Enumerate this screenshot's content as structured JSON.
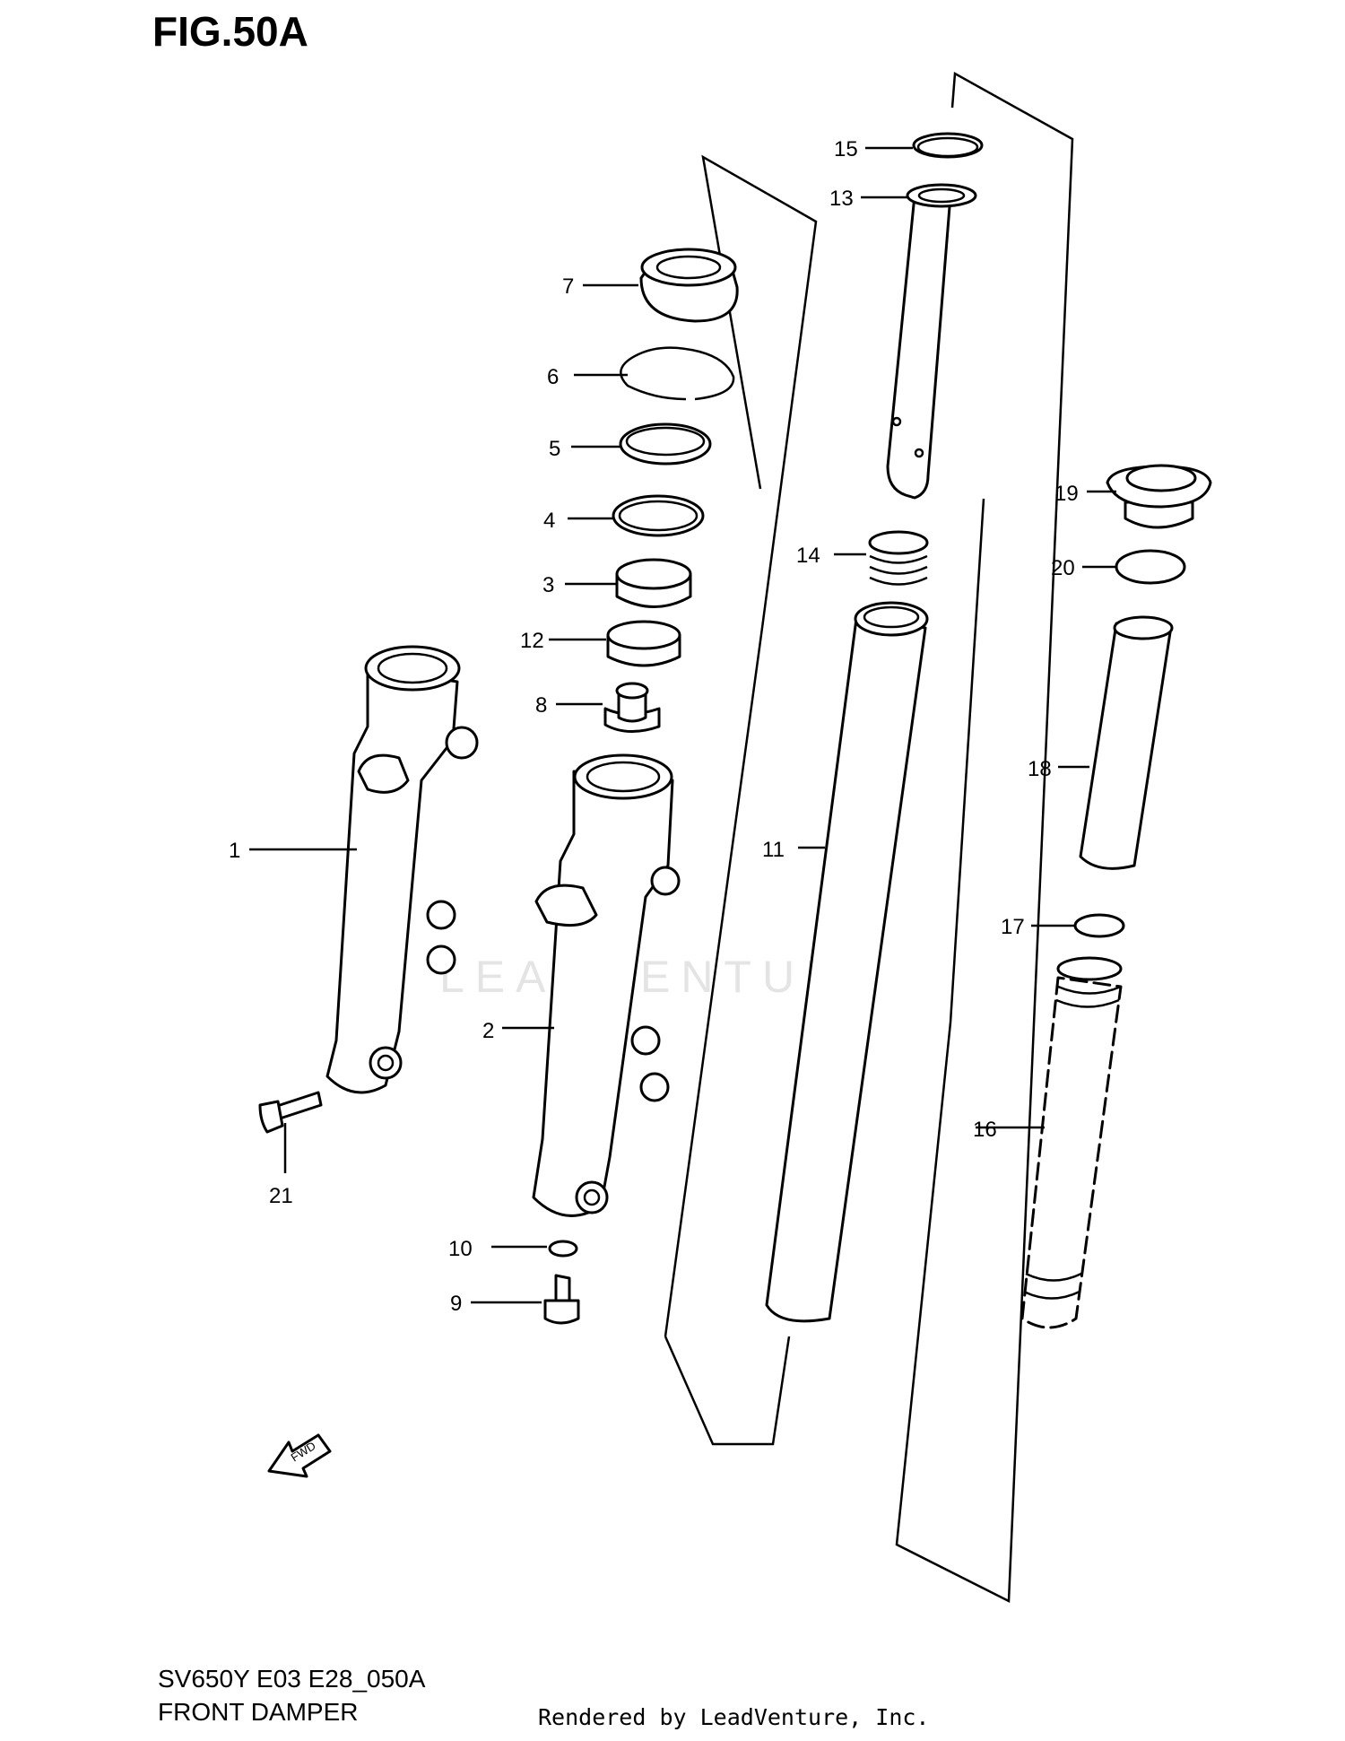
{
  "figure": {
    "title": "FIG.50A"
  },
  "watermark": "LEADVENTURE",
  "fwd_label": "FWD",
  "callouts": {
    "c1": "1",
    "c2": "2",
    "c3": "3",
    "c4": "4",
    "c5": "5",
    "c6": "6",
    "c7": "7",
    "c8": "8",
    "c9": "9",
    "c10": "10",
    "c11": "11",
    "c12": "12",
    "c13": "13",
    "c14": "14",
    "c15": "15",
    "c16": "16",
    "c17": "17",
    "c18": "18",
    "c19": "19",
    "c20": "20",
    "c21": "21"
  },
  "footer": {
    "model": "SV650Y E03 E28_050A",
    "description": "FRONT DAMPER",
    "credit": "Rendered by LeadVenture, Inc."
  }
}
